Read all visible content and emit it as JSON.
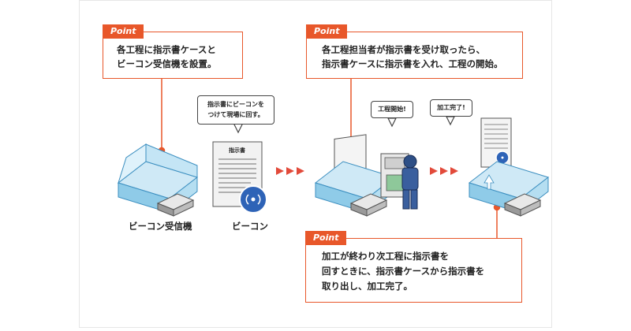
{
  "points": [
    {
      "tag": "Point",
      "lines": [
        "各工程に指示書ケースと",
        "ビーコン受信機を設置。"
      ]
    },
    {
      "tag": "Point",
      "lines": [
        "各工程担当者が指示書を受け取ったら、",
        "指示書ケースに指示書を入れ、工程の開始。"
      ]
    },
    {
      "tag": "Point",
      "lines": [
        "加工が終わり次工程に指示書を",
        "回すときに、指示書ケースから指示書を",
        "取り出し、加工完了。"
      ]
    }
  ],
  "bubbles": {
    "beacon_note": [
      "指示書にビーコンを",
      "つけて現場に回す。"
    ],
    "process_start": "工程開始!",
    "process_done": "加工完了!"
  },
  "document_title": "指示書",
  "labels": {
    "receiver": "ビーコン受信機",
    "beacon": "ビーコン"
  },
  "colors": {
    "accent": "#e8572a",
    "case_blue": "#9fd3ec",
    "arrow_red": "#e24a3a"
  },
  "icons": [
    "beacon-icon",
    "case-icon",
    "receiver-icon",
    "document-icon",
    "worker-icon",
    "machine-icon",
    "arrow-icon"
  ]
}
